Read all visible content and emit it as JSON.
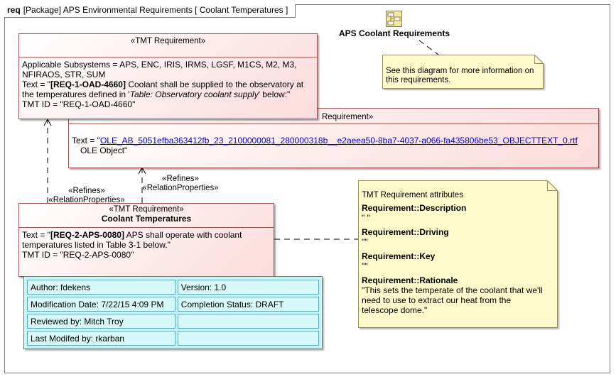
{
  "frame": {
    "keyword": "req",
    "title": "[Package] APS Environmental Requirements [ Coolant Temperatures ]"
  },
  "req1": {
    "stereotype": "«TMT Requirement»",
    "subsystems": "Applicable Subsystems = APS, ENC, IRIS, IRMS, LGSF, M1CS, M2, M3, NFIRAOS, STR, SUM",
    "text_prefix": "Text = \"",
    "text_id": "[REQ-1-OAD-4660]",
    "text_body": " Coolant shall be supplied to the observatory at the temperatures defined in '",
    "text_table": "Table: Observatory coolant supply",
    "text_suffix": "' below:\"",
    "tmt_id": "TMT ID = \"REQ-1-OAD-4660\""
  },
  "req2": {
    "stereotype": "Requirement»",
    "text_prefix": "Text = \"",
    "link": "OLE_AB_5051efba363412fb_23_2100000081_280000318b__e2aeea50-8ba7-4037-a066-fa435806be53_OBJECTTEXT_0.rtf",
    "ole": "OLE Object\""
  },
  "req3": {
    "stereotype": "«TMT Requirement»",
    "name": "Coolant Temperatures",
    "text_prefix": "Text = \"",
    "text_id": "[REQ-2-APS-0080]",
    "text_body": " APS shall operate with coolant temperatures listed in Table 3-1 below.\"",
    "tmt_id": "TMT ID = \"REQ-2-APS-0080\""
  },
  "refines_left": {
    "stereotype": "«Refines»",
    "props": "«RelationProperties»"
  },
  "refines_right": {
    "stereotype": "«Refines»",
    "props": "«RelationProperties»"
  },
  "diagram_ref": {
    "label": "APS Coolant Requirements"
  },
  "note_diagram": {
    "text": "See this diagram for more information on this requirements."
  },
  "note_attrs": {
    "title": "TMT Requirement attributes",
    "items": [
      {
        "key": "Requirement::Description",
        "value": "\" \""
      },
      {
        "key": "Requirement::Driving",
        "value": "\"\""
      },
      {
        "key": "Requirement::Key",
        "value": "\"\""
      },
      {
        "key": "Requirement::Rationale",
        "value": "\"This sets the temperate of the coolant that we'll need to use to extract our heat from the telescope dome.\""
      }
    ]
  },
  "info": {
    "author": "Author: fdekens",
    "version": "Version: 1.0",
    "mod_date": "Modification Date: 7/22/15 4:09 PM",
    "status": "Completion Status: DRAFT",
    "reviewed": "Reviewed by: Mitch Troy",
    "last_mod": "Last Modifed by: rkarban"
  },
  "colors": {
    "req_border": "#a25555",
    "req_fill": "#fbdcdc",
    "note_fill": "#fff9cc",
    "info_fill": "#c9f3f5",
    "link": "#0000cc"
  }
}
